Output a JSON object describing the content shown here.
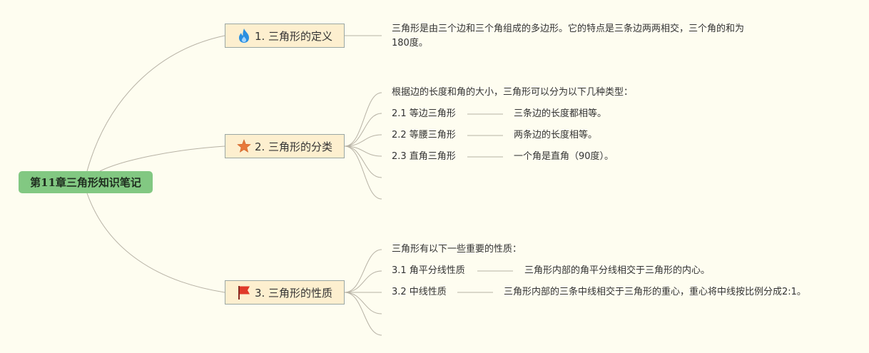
{
  "root": {
    "title": "第11章三角形知识笔记"
  },
  "branches": [
    {
      "label": "1. 三角形的定义",
      "icon": "fire-icon",
      "description": "三角形是由三个边和三个角组成的多边形。它的特点是三条边两两相交，三个角的和为180度。"
    },
    {
      "label": "2. 三角形的分类",
      "icon": "star-icon",
      "intro": "根据边的长度和角的大小，三角形可以分为以下几种类型：",
      "items": [
        {
          "name": "2.1 等边三角形",
          "detail": "三条边的长度都相等。"
        },
        {
          "name": "2.2 等腰三角形",
          "detail": "两条边的长度相等。"
        },
        {
          "name": "2.3 直角三角形",
          "detail": "一个角是直角（90度）。"
        }
      ]
    },
    {
      "label": "3. 三角形的性质",
      "icon": "flag-icon",
      "intro": "三角形有以下一些重要的性质：",
      "items": [
        {
          "name": "3.1 角平分线性质",
          "detail": "三角形内部的角平分线相交于三角形的内心。"
        },
        {
          "name": "3.2 中线性质",
          "detail": "三角形内部的三条中线相交于三角形的重心，重心将中线按比例分成2:1。"
        }
      ]
    }
  ],
  "colors": {
    "background": "#fefdf0",
    "root": "#82c882",
    "branch_fill": "#fdefcf",
    "branch_border": "#9aa7a3",
    "link": "#b7b2a5",
    "fire": "#2a8fe0",
    "star": "#e8793a",
    "flag": "#e03a2a"
  }
}
